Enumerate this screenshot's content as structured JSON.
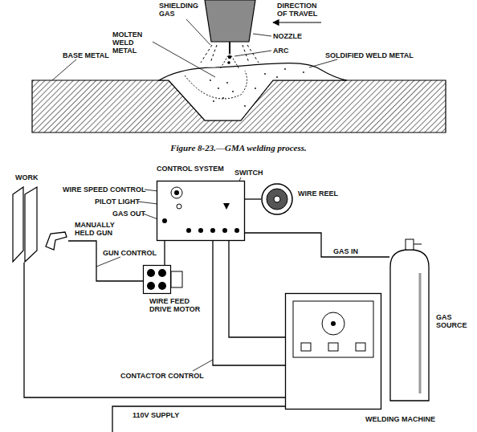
{
  "diagram": {
    "caption": "Figure 8-23.—GMA welding process.",
    "nodes": [
      {
        "text": [
          "CONTROL SYSTEM"
        ]
      },
      {
        "text": [
          "WIRE REEL"
        ]
      },
      {
        "text": [
          "GAS SOURCE"
        ]
      },
      {
        "text": [
          "WELDING MACHINE"
        ]
      },
      {
        "text": [
          "WIRE FEED DRIVE MOTOR"
        ]
      },
      {
        "text": [
          "MANUALLY HELD GUN"
        ]
      },
      {
        "text": [
          "WORK"
        ]
      }
    ],
    "edges": [
      {
        "from": 1,
        "to": 0,
        "arrow": "none"
      },
      {
        "from": 2,
        "to": 0,
        "label": "GAS IN",
        "arrow": "none"
      },
      {
        "from": 0,
        "to": 4,
        "arrow": "none"
      },
      {
        "from": 4,
        "to": 5,
        "arrow": "none"
      },
      {
        "from": 0,
        "to": 3,
        "label": "CONTACTOR CONTROL",
        "arrow": "none"
      },
      {
        "from": 0,
        "to": 3,
        "arrow": "none"
      },
      {
        "from": 3,
        "to": 6,
        "arrow": "none"
      }
    ],
    "labels": [
      "SHIELDING GAS",
      "DIRECTION OF TRAVEL",
      "NOZZLE",
      "MOLTEN WELD METAL",
      "ARC",
      "BASE METAL",
      "SOLDIFIED WELD METAL",
      "WIRE SPEED CONTROL",
      "PILOT LIGHT",
      "SWITCH",
      "GAS OUT",
      "GUN CONTROL",
      "110V SUPPLY"
    ]
  }
}
